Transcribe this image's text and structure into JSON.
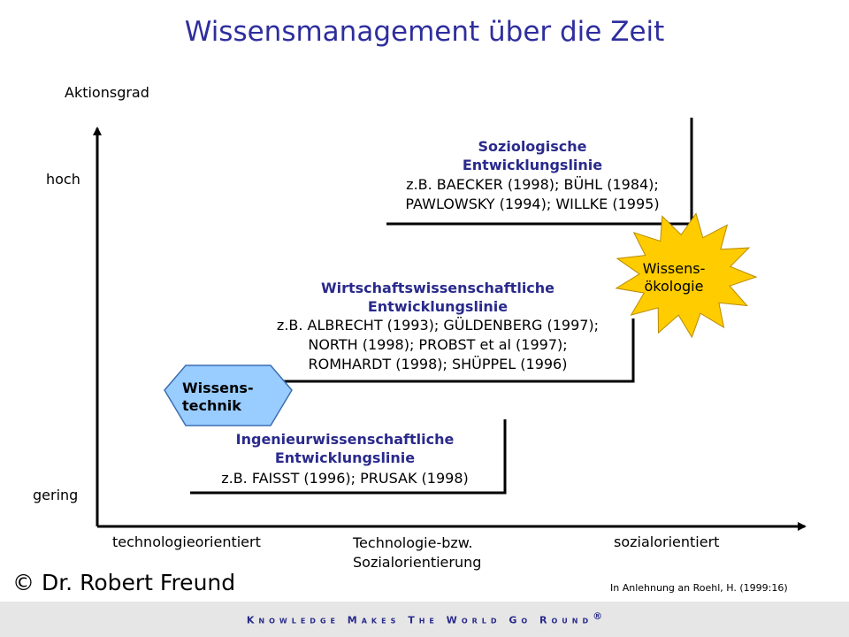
{
  "title": "Wissensmanagement über die Zeit",
  "axes": {
    "y_label": "Aktionsgrad",
    "y_high": "hoch",
    "y_low": "gering",
    "x_left": "technologieorientiert",
    "x_mid_1": "Technologie-bzw.",
    "x_mid_2": "Sozialorientierung",
    "x_right": "sozialorientiert"
  },
  "lines": {
    "sozio": {
      "title_1": "Soziologische",
      "title_2": "Entwicklungslinie",
      "refs_1": "z.B. BAECKER (1998); BÜHL (1984);",
      "refs_2": "PAWLOWSKY (1994); WILLKE (1995)"
    },
    "wirtschaft": {
      "title_1": "Wirtschaftswissenschaftliche",
      "title_2": "Entwicklungslinie",
      "refs_1": "z.B. ALBRECHT (1993); GÜLDENBERG (1997);",
      "refs_2": "NORTH (1998); PROBST et al (1997);",
      "refs_3": "ROMHARDT (1998); SHÜPPEL (1996)"
    },
    "ingenieur": {
      "title_1": "Ingenieurwissenschaftliche",
      "title_2": "Entwicklungslinie",
      "refs_1": "z.B. FAISST (1996); PRUSAK (1998)"
    }
  },
  "shapes": {
    "technik_1": "Wissens-",
    "technik_2": "technik",
    "oekologie_1": "Wissens-",
    "oekologie_2": "ökologie"
  },
  "copyright": "© Dr. Robert Freund",
  "source": "In Anlehnung  an Roehl, H. (1999:16)",
  "footer": "Knowledge Makes The World Go Round",
  "footer_mark": "®",
  "colors": {
    "title": "#2e2e9e",
    "line_title": "#2a2a8c",
    "technik_fill": "#99ccff",
    "oekologie_fill": "#ffcc00"
  }
}
